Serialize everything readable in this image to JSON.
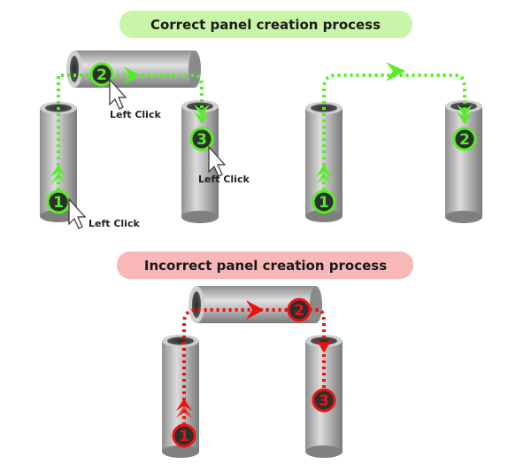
{
  "correct_section": {
    "title": "Correct panel creation process",
    "banner_color": "#c9f5a8",
    "accent_color": "#55ee22",
    "left_click_label": "Left Click",
    "step_numbers": [
      "1",
      "2",
      "3"
    ],
    "second_example_steps": [
      "1",
      "2"
    ]
  },
  "incorrect_section": {
    "title": "Incorrect panel creation process",
    "banner_color": "#f8b8b8",
    "accent_color": "#ee1111",
    "step_numbers": [
      "1",
      "2",
      "3"
    ]
  },
  "icons": [
    "mouse-cursor-icon"
  ]
}
